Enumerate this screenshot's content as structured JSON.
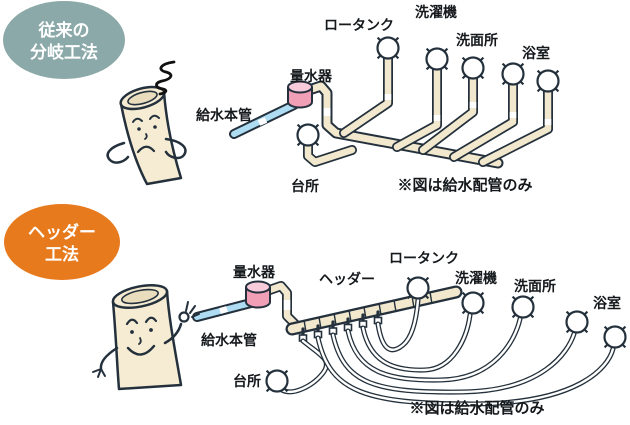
{
  "colors": {
    "badge_conventional": "#8CA9A9",
    "badge_header": "#E87A1E",
    "pipe_fill": "#F2E8CE",
    "pipe_outline": "#24313C",
    "meter_pink": "#F19FB7",
    "meter_pink_light": "#F8CBDA",
    "supply_blue": "#AEDCF2",
    "background": "#FFFFFF"
  },
  "conventional": {
    "badge_line1": "従来の",
    "badge_line2": "分岐工法",
    "water_meter": "量水器",
    "supply_main": "給水本管",
    "kitchen": "台所",
    "fixtures": {
      "toilet_tank": "ロータンク",
      "washing_machine": "洗濯機",
      "washroom": "洗面所",
      "bathroom": "浴室"
    },
    "note": "※図は給水配管のみ"
  },
  "header_method": {
    "badge_line1": "ヘッダー",
    "badge_line2": "工法",
    "water_meter": "量水器",
    "supply_main": "給水本管",
    "manifold": "ヘッダー",
    "kitchen": "台所",
    "fixtures": {
      "toilet_tank": "ロータンク",
      "washing_machine": "洗濯機",
      "washroom": "洗面所",
      "bathroom": "浴室"
    },
    "note": "※図は給水配管のみ"
  }
}
